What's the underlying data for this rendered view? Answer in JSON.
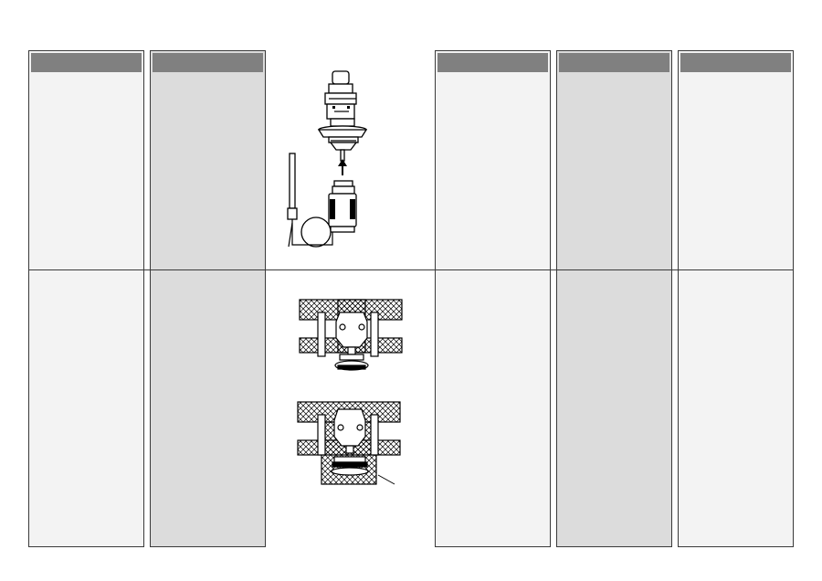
{
  "columns": [
    {
      "header": "",
      "shade": "light"
    },
    {
      "header": "",
      "shade": "gray"
    },
    {
      "header": "",
      "shade": "light"
    },
    {
      "header": "",
      "shade": "gray"
    },
    {
      "header": "",
      "shade": "light"
    }
  ],
  "figures": {
    "actuator_mounting": "valve-actuator-mounting-diagram",
    "insulation_top": "valve-insulation-diagram",
    "insulation_bottom": "valve-insulation-with-box-diagram"
  },
  "colors": {
    "header": "#808080",
    "light_panel": "#f3f3f3",
    "gray_panel": "#dcdcdc",
    "line": "#3a3a3a"
  }
}
